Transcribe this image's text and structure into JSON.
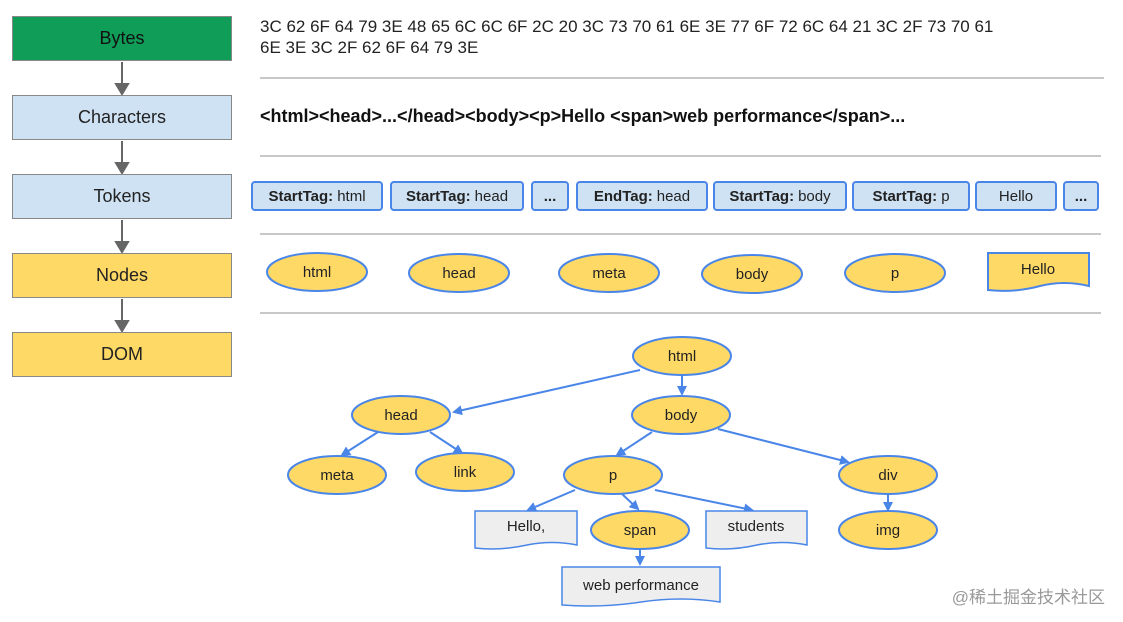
{
  "stages": [
    {
      "label": "Bytes",
      "color": "#0f9d58"
    },
    {
      "label": "Characters",
      "color": "#cfe2f3"
    },
    {
      "label": "Tokens",
      "color": "#cfe2f3"
    },
    {
      "label": "Nodes",
      "color": "#ffd966"
    },
    {
      "label": "DOM",
      "color": "#ffd966"
    }
  ],
  "bytes_line1": "3C 62 6F 64 79 3E 48 65 6C 6C 6F 2C 20 3C 73 70 61 6E 3E 77 6F 72 6C 64 21 3C 2F 73 70 61",
  "bytes_line2": "6E 3E 3C 2F 62 6F 64 79 3E",
  "characters": "<html><head>...</head><body><p>Hello <span>web performance</span>...",
  "tokens": [
    {
      "kind": "StartTag:",
      "name": "html"
    },
    {
      "kind": "StartTag:",
      "name": "head"
    },
    {
      "kind": "",
      "name": "..."
    },
    {
      "kind": "EndTag:",
      "name": "head"
    },
    {
      "kind": "StartTag:",
      "name": "body"
    },
    {
      "kind": "StartTag:",
      "name": "p"
    },
    {
      "kind": "",
      "name": "Hello"
    },
    {
      "kind": "",
      "name": "..."
    }
  ],
  "nodes": [
    "html",
    "head",
    "meta",
    "body",
    "p",
    "Hello"
  ],
  "dom_tree": {
    "nodes": [
      "html",
      "head",
      "body",
      "meta",
      "link",
      "p",
      "div",
      "Hello,",
      "span",
      "students",
      "img",
      "web performance"
    ],
    "edges": [
      [
        "html",
        "head"
      ],
      [
        "html",
        "body"
      ],
      [
        "head",
        "meta"
      ],
      [
        "head",
        "link"
      ],
      [
        "body",
        "p"
      ],
      [
        "body",
        "div"
      ],
      [
        "p",
        "Hello,"
      ],
      [
        "p",
        "span"
      ],
      [
        "p",
        "students"
      ],
      [
        "div",
        "img"
      ],
      [
        "span",
        "web performance"
      ]
    ]
  },
  "watermark": "@稀土掘金技术社区",
  "colors": {
    "node_fill": "#ffd966",
    "node_stroke": "#4a86e8",
    "edge": "#4a86e8",
    "text_node_fill": "#eeeeee"
  }
}
